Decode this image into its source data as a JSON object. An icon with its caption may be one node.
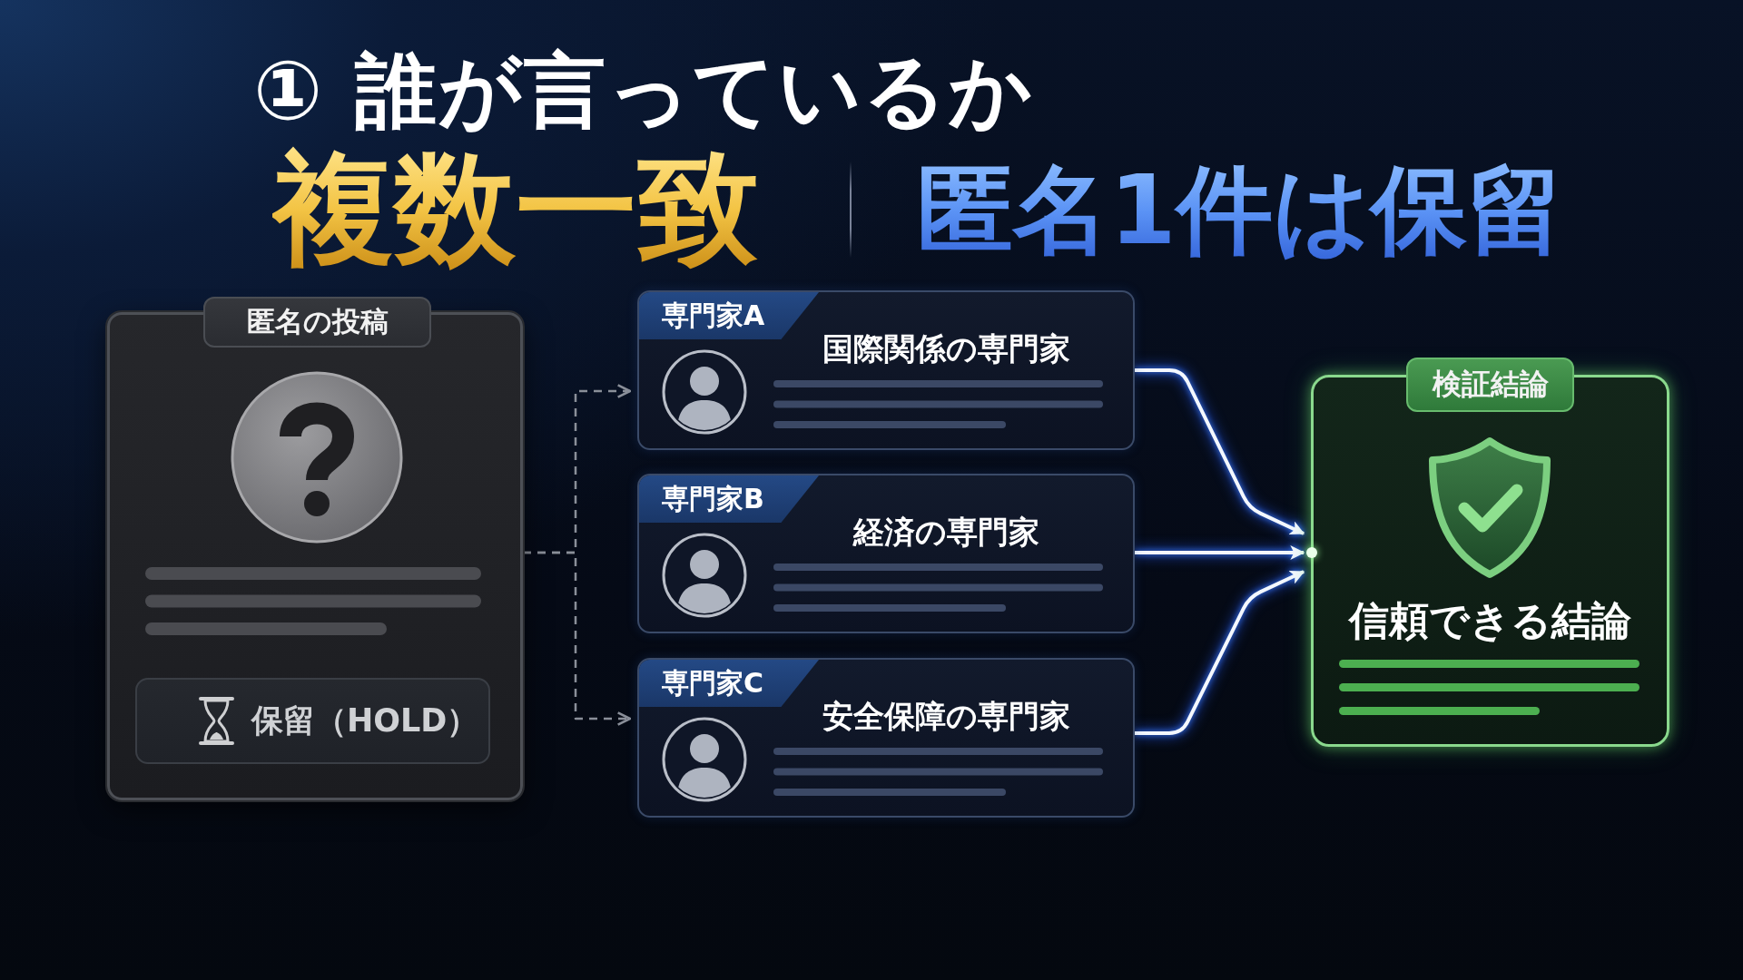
{
  "diagram": {
    "title": "① 誰が言っているか",
    "nodes": [
      {
        "text": [
          "匿名の投稿"
        ]
      },
      {
        "text": [
          "保留（HOLD）"
        ],
        "in": 0
      },
      {
        "text": [
          "専門家A",
          "国際関係の専門家"
        ]
      },
      {
        "text": [
          "専門家B",
          "経済の専門家"
        ]
      },
      {
        "text": [
          "専門家C",
          "安全保障の専門家"
        ]
      },
      {
        "text": [
          "検証結論",
          "信頼できる結論"
        ]
      }
    ],
    "edges": [
      {
        "from": 0,
        "to": 2,
        "arrow": "to",
        "style": "dashed",
        "color": "#8a8f99"
      },
      {
        "from": 0,
        "to": 4,
        "arrow": "to",
        "style": "dashed",
        "color": "#8a8f99"
      },
      {
        "from": 2,
        "to": 5,
        "arrow": "to"
      },
      {
        "from": 3,
        "to": 5,
        "arrow": "to"
      },
      {
        "from": 4,
        "to": 5,
        "arrow": "to"
      }
    ],
    "labels": [
      "複数一致",
      "匿名1件は保留"
    ]
  }
}
